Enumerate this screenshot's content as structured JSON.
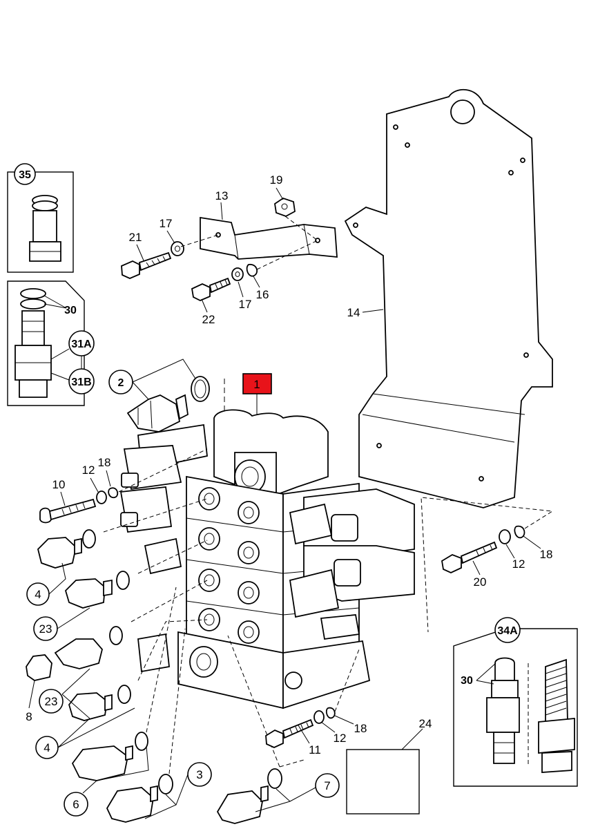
{
  "highlight_color": "#e8131a",
  "callouts": {
    "c1": "1",
    "c2": "2",
    "c3": "3",
    "c4a": "4",
    "c4b": "4",
    "c6": "6",
    "c7": "7",
    "c8": "8",
    "c10": "10",
    "c11": "11",
    "c12a": "12",
    "c12b": "12",
    "c12c": "12",
    "c13": "13",
    "c14": "14",
    "c16": "16",
    "c17a": "17",
    "c17b": "17",
    "c18a": "18",
    "c18b": "18",
    "c18c": "18",
    "c19": "19",
    "c20": "20",
    "c21": "21",
    "c22": "22",
    "c23a": "23",
    "c23b": "23",
    "c24": "24",
    "c30a": "30",
    "c30b": "30",
    "c31a": "31A",
    "c31b": "31B",
    "c34a": "34A",
    "c35": "35"
  }
}
